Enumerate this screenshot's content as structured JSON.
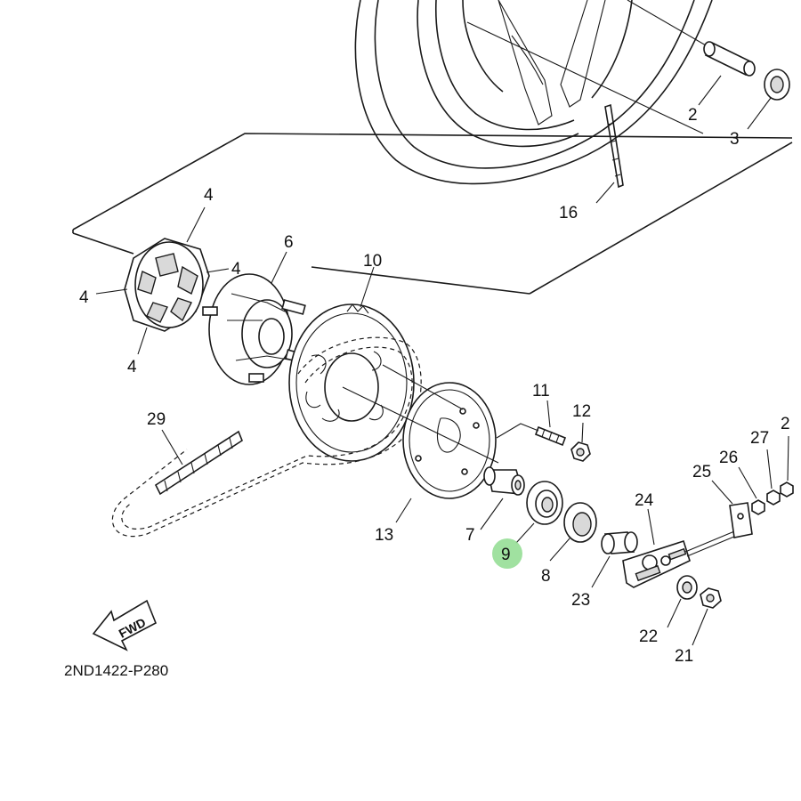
{
  "diagram": {
    "code": "2ND1422-P280",
    "fwd_label": "FWD",
    "highlight_color": "#8fdc8f",
    "callouts": [
      {
        "id": "c2",
        "text": "2"
      },
      {
        "id": "c3",
        "text": "3"
      },
      {
        "id": "c16",
        "text": "16"
      },
      {
        "id": "c4a",
        "text": "4"
      },
      {
        "id": "c4b",
        "text": "4"
      },
      {
        "id": "c4c",
        "text": "4"
      },
      {
        "id": "c4d",
        "text": "4"
      },
      {
        "id": "c6",
        "text": "6"
      },
      {
        "id": "c10",
        "text": "10"
      },
      {
        "id": "c29",
        "text": "29"
      },
      {
        "id": "c11",
        "text": "11"
      },
      {
        "id": "c12",
        "text": "12"
      },
      {
        "id": "c13",
        "text": "13"
      },
      {
        "id": "c7",
        "text": "7"
      },
      {
        "id": "c9",
        "text": "9",
        "highlighted": true
      },
      {
        "id": "c8",
        "text": "8"
      },
      {
        "id": "c23",
        "text": "23"
      },
      {
        "id": "c24",
        "text": "24"
      },
      {
        "id": "c25",
        "text": "25"
      },
      {
        "id": "c26",
        "text": "26"
      },
      {
        "id": "c27",
        "text": "27"
      },
      {
        "id": "c2x",
        "text": "2"
      },
      {
        "id": "c22",
        "text": "22"
      },
      {
        "id": "c21",
        "text": "21"
      }
    ]
  }
}
